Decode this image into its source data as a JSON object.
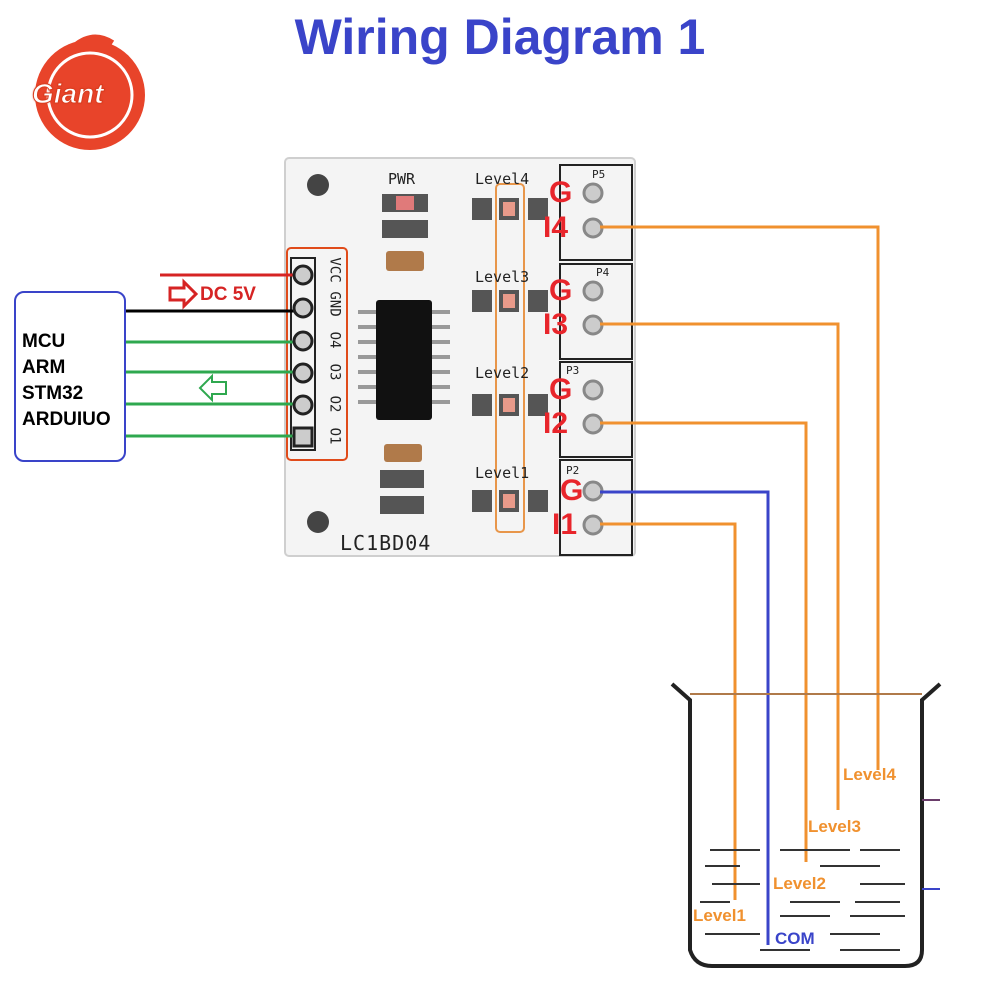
{
  "title": "Wiring Diagram 1",
  "logo": {
    "text": "Giant",
    "color": "#e8442a"
  },
  "mcu": {
    "lines": [
      "MCU",
      "ARM",
      "STM32",
      "ARDUIUO"
    ]
  },
  "power": {
    "label": "DC 5V"
  },
  "board": {
    "model": "LC1BD04",
    "pwr_label": "PWR",
    "header_pins": [
      "VCC",
      "GND",
      "O4",
      "O3",
      "O2",
      "O1"
    ],
    "level_labels": [
      "Level4",
      "Level3",
      "Level2",
      "Level1"
    ],
    "ports": [
      "P5",
      "P4",
      "P3",
      "P2"
    ],
    "pin_labels": {
      "g": [
        "G",
        "G",
        "G",
        "G"
      ],
      "i": [
        "I4",
        "I3",
        "I2",
        "I1"
      ]
    }
  },
  "tank": {
    "probes": [
      "Level4",
      "Level3",
      "Level2",
      "Level1"
    ],
    "com": "COM"
  },
  "colors": {
    "title": "#3a44c9",
    "vcc_wire": "#d62424",
    "gnd_wire": "#000000",
    "signal_wire": "#2fa84f",
    "probe_wire": "#f0912f",
    "com_wire": "#3a44c9",
    "pin_label": "#e8252b"
  },
  "icons": [
    "arrow-right-icon",
    "arrow-left-icon"
  ]
}
